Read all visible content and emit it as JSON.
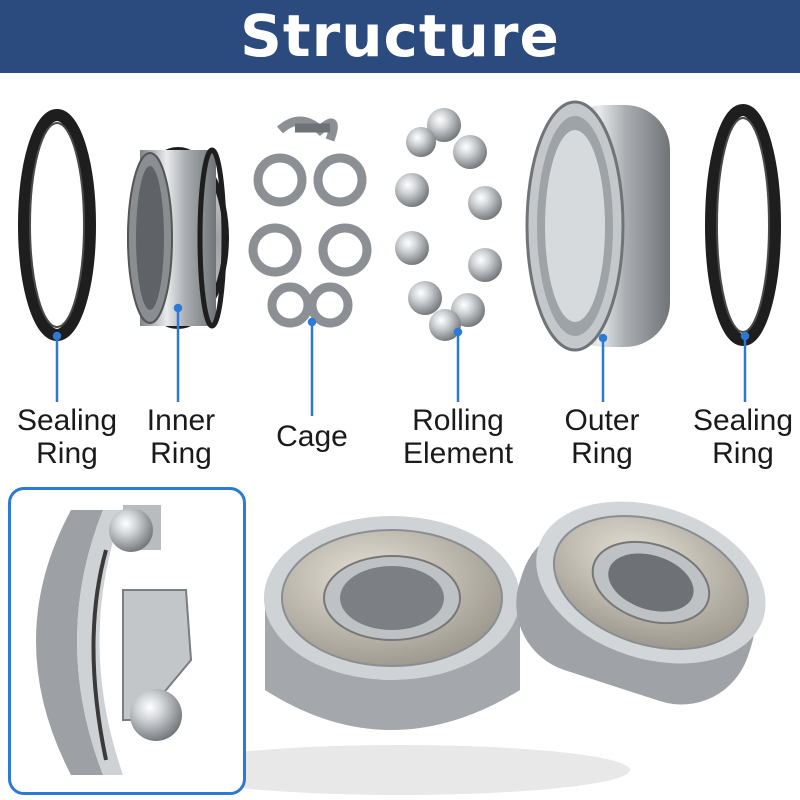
{
  "header": {
    "title": "Structure",
    "background": "#2b4a7d",
    "color": "#ffffff"
  },
  "parts": [
    {
      "line1": "Sealing",
      "line2": "Ring",
      "icon": "sealing-ring-icon"
    },
    {
      "line1": "Inner",
      "line2": "Ring",
      "icon": "inner-ring-icon"
    },
    {
      "line1": "Cage",
      "line2": "",
      "icon": "cage-icon"
    },
    {
      "line1": "Rolling",
      "line2": "Element",
      "icon": "rolling-element-icon"
    },
    {
      "line1": "Outer",
      "line2": "Ring",
      "icon": "outer-ring-icon"
    },
    {
      "line1": "Sealing",
      "line2": "Ring",
      "icon": "sealing-ring-icon"
    }
  ],
  "colors": {
    "leader_line": "#2d7ad6",
    "detail_border": "#2d7ad6",
    "steel": "#b8bcc0",
    "seal": "#1e1e1e"
  }
}
